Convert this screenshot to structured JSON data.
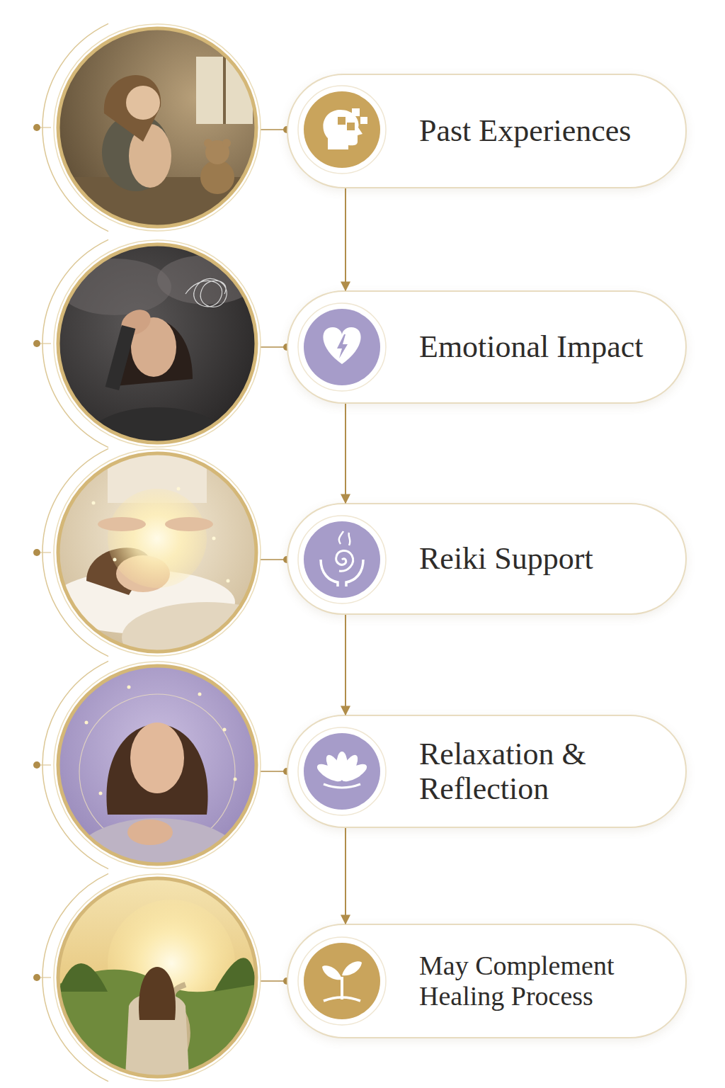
{
  "diagram": {
    "nodes": [
      {
        "text": [
          "Past Experiences"
        ]
      },
      {
        "text": [
          "Emotional Impact"
        ]
      },
      {
        "text": [
          "Reiki Support"
        ]
      },
      {
        "text": [
          "Relaxation & Reflection"
        ]
      },
      {
        "text": [
          "May Complement Healing Process"
        ]
      }
    ],
    "edges": [
      {
        "from": 0,
        "to": 1,
        "arrow": "to"
      },
      {
        "from": 1,
        "to": 2,
        "arrow": "to"
      },
      {
        "from": 2,
        "to": 3,
        "arrow": "to"
      },
      {
        "from": 3,
        "to": 4,
        "arrow": "to"
      }
    ]
  }
}
